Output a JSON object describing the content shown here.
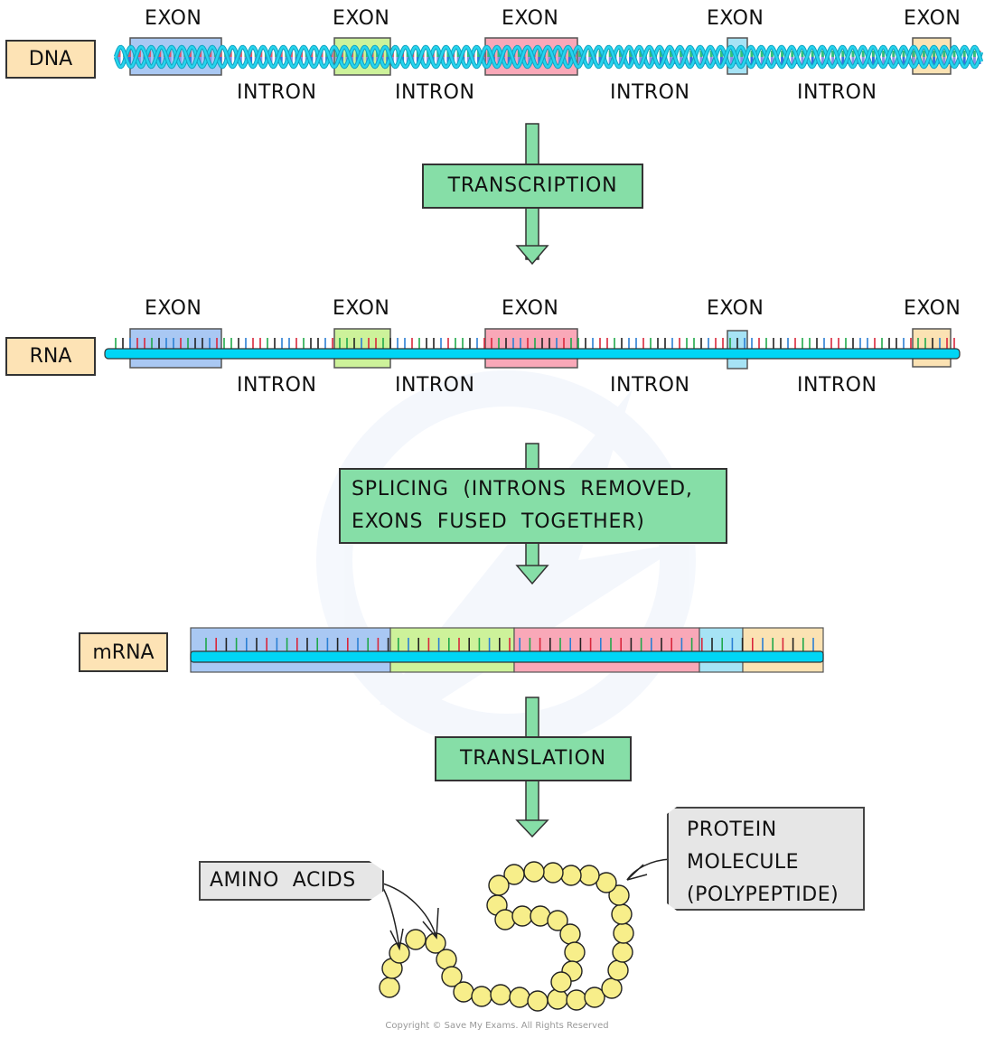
{
  "title": "Protein synthesis: transcription, splicing and translation",
  "colors": {
    "exon1": "#a9c8f3",
    "exon2": "#cdf29a",
    "exon3": "#f9a8b8",
    "exon4": "#a6e3f5",
    "exon5": "#fbe2b3",
    "strand": "#00d5f5",
    "step_box": "#86dea7",
    "tag_box": "#fde3b5",
    "callout_box": "#e6e6e6",
    "amino_acid": "#f7ee8a"
  },
  "dna": {
    "label": "DNA",
    "exon_labels": [
      "EXON",
      "EXON",
      "EXON",
      "EXON",
      "EXON"
    ],
    "intron_labels": [
      "INTRON",
      "INTRON",
      "INTRON",
      "INTRON"
    ]
  },
  "rna": {
    "label": "RNA",
    "exon_labels": [
      "EXON",
      "EXON",
      "EXON",
      "EXON",
      "EXON"
    ],
    "intron_labels": [
      "INTRON",
      "INTRON",
      "INTRON",
      "INTRON"
    ]
  },
  "mrna": {
    "label": "mRNA"
  },
  "steps": {
    "transcription": "TRANSCRIPTION",
    "splicing_line1": "SPLICING  (INTRONS  REMOVED,",
    "splicing_line2": "EXONS  FUSED  TOGETHER)",
    "translation": "TRANSLATION"
  },
  "callouts": {
    "amino_acids": "AMINO  ACIDS",
    "protein_line1": "PROTEIN",
    "protein_line2": "MOLECULE",
    "protein_line3": "(POLYPEPTIDE)"
  },
  "copyright": "Copyright © Save My Exams. All Rights Reserved"
}
